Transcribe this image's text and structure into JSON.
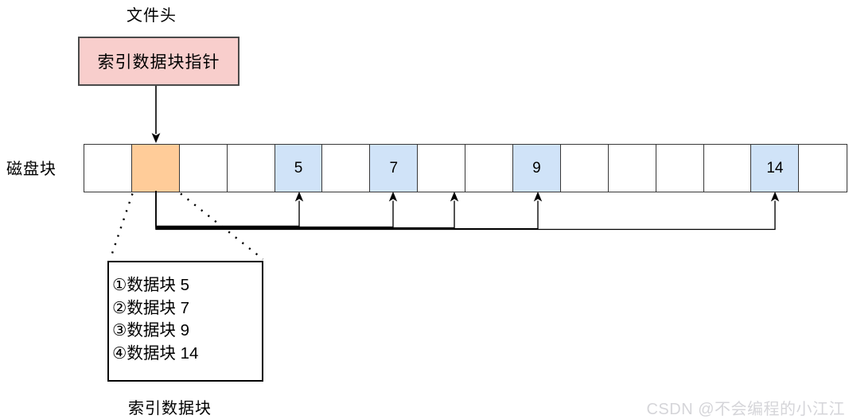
{
  "diagram": {
    "title": "文件头",
    "pointer_box": {
      "label": "索引数据块指针",
      "fill": "#f8cecc",
      "border": "#4a4a4a"
    },
    "disk_row": {
      "label": "磁盘块",
      "index_fill": "#ffcc99",
      "data_fill": "#d0e3f8",
      "blocks": [
        {
          "label": "",
          "type": "empty"
        },
        {
          "label": "",
          "type": "index"
        },
        {
          "label": "",
          "type": "empty"
        },
        {
          "label": "",
          "type": "empty"
        },
        {
          "label": "5",
          "type": "data"
        },
        {
          "label": "",
          "type": "empty"
        },
        {
          "label": "7",
          "type": "data"
        },
        {
          "label": "",
          "type": "empty"
        },
        {
          "label": "",
          "type": "empty"
        },
        {
          "label": "9",
          "type": "data"
        },
        {
          "label": "",
          "type": "empty"
        },
        {
          "label": "",
          "type": "empty"
        },
        {
          "label": "",
          "type": "empty"
        },
        {
          "label": "",
          "type": "empty"
        },
        {
          "label": "14",
          "type": "data"
        },
        {
          "label": "",
          "type": "empty"
        }
      ]
    },
    "index_block": {
      "entries": [
        "①数据块 5",
        "②数据块 7",
        "③数据块 9",
        "④数据块 14"
      ],
      "label": "索引数据块"
    }
  },
  "watermark": {
    "text": "CSDN @不会编程的小江江",
    "color": "#d5d5d9"
  }
}
